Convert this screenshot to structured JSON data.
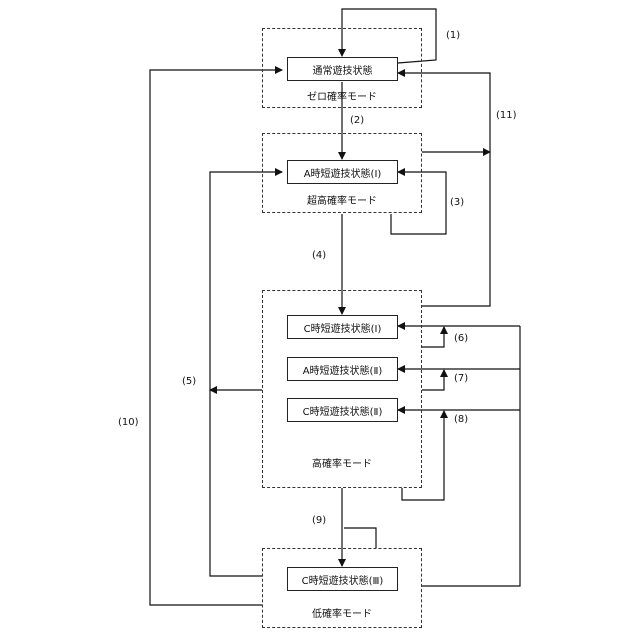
{
  "modes": {
    "zero": "ゼロ確率モード",
    "super_high": "超高確率モード",
    "high": "高確率モード",
    "low": "低確率モード"
  },
  "states": {
    "normal": "通常遊技状態",
    "a1": "A時短遊技状態(Ⅰ)",
    "c1": "C時短遊技状態(Ⅰ)",
    "a2": "A時短遊技状態(Ⅱ)",
    "c2": "C時短遊技状態(Ⅱ)",
    "c3": "C時短遊技状態(Ⅲ)"
  },
  "transitions": [
    "(1)",
    "(2)",
    "(3)",
    "(4)",
    "(5)",
    "(6)",
    "(7)",
    "(8)",
    "(9)",
    "(10)",
    "(11)"
  ]
}
